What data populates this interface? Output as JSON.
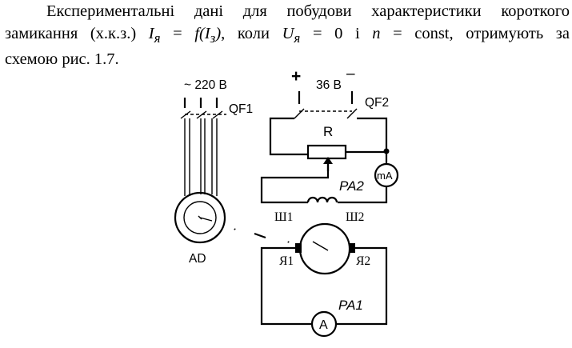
{
  "paragraph": {
    "line1": "Експериментальні дані для побудови характеристики короткого",
    "line2_a": "замикання (х.к.з.) ",
    "line2_Iya": "I",
    "line2_sub_ya": "я",
    "line2_eq": " = ",
    "line2_f": "f(I",
    "line2_sub_z": "з",
    "line2_close": ")",
    "line2_b": ", коли ",
    "line2_Uya": "U",
    "line2_sub_ya2": "я",
    "line2_c": " = 0 і ",
    "line2_n": "n",
    "line2_d": " = const, отримують за",
    "line3": "схемою рис. 1.7."
  },
  "diagram": {
    "supply_ac": "~ 220 В",
    "supply_dc": "36 В",
    "plus": "+",
    "minus": "–",
    "switch1": "QF1",
    "switch2": "QF2",
    "resistor": "R",
    "milliammeter": "mA",
    "meter_pa2": "PA2",
    "field_terminal1": "Ш1",
    "field_terminal2": "Ш2",
    "motor": "AD",
    "armature_terminal1": "Я1",
    "armature_terminal2": "Я2",
    "meter_pa1": "PA1",
    "ammeter": "A"
  }
}
